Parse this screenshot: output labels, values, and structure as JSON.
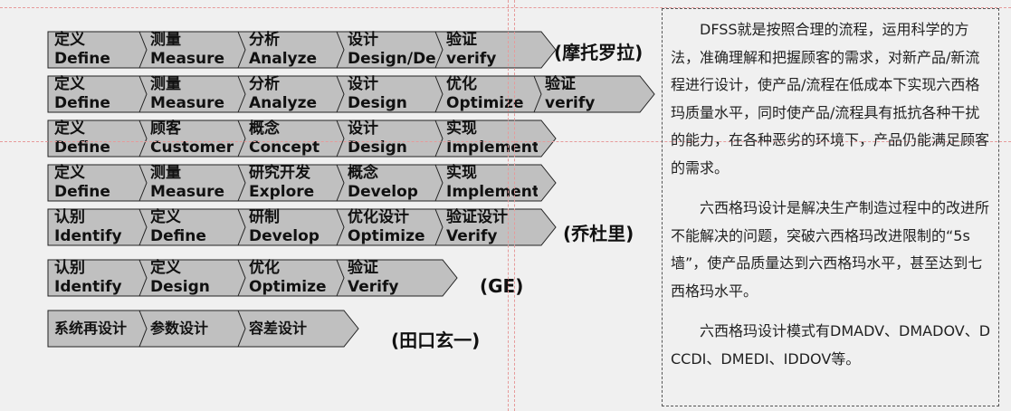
{
  "rows": [
    {
      "segments": [
        {
          "cn": "定义",
          "en": "Define"
        },
        {
          "cn": "测量",
          "en": "Measure"
        },
        {
          "cn": "分析",
          "en": "Analyze"
        },
        {
          "cn": "设计",
          "en": "Design/De"
        },
        {
          "cn": "验证",
          "en": "verify"
        }
      ],
      "org": "(摩托罗拉)"
    },
    {
      "segments": [
        {
          "cn": "定义",
          "en": "Define"
        },
        {
          "cn": "测量",
          "en": "Measure"
        },
        {
          "cn": "分析",
          "en": "Analyze"
        },
        {
          "cn": "设计",
          "en": "Design"
        },
        {
          "cn": "优化",
          "en": "Optimize"
        },
        {
          "cn": "验证",
          "en": "verify"
        }
      ],
      "org": ""
    },
    {
      "segments": [
        {
          "cn": "定义",
          "en": "Define"
        },
        {
          "cn": "顾客",
          "en": "Customer"
        },
        {
          "cn": "概念",
          "en": "Concept"
        },
        {
          "cn": "设计",
          "en": "Design"
        },
        {
          "cn": "实现",
          "en": "Implement"
        }
      ],
      "org": ""
    },
    {
      "segments": [
        {
          "cn": "定义",
          "en": "Define"
        },
        {
          "cn": "测量",
          "en": "Measure"
        },
        {
          "cn": "研究开发",
          "en": "Explore"
        },
        {
          "cn": "概念",
          "en": "Develop"
        },
        {
          "cn": "实现",
          "en": "Implement"
        }
      ],
      "org": ""
    },
    {
      "segments": [
        {
          "cn": "认别",
          "en": "Identify"
        },
        {
          "cn": "定义",
          "en": "Define"
        },
        {
          "cn": "研制",
          "en": "Develop"
        },
        {
          "cn": "优化设计",
          "en": "Optimize"
        },
        {
          "cn": "验证设计",
          "en": "Verify"
        }
      ],
      "org": "(乔杜里)"
    },
    {
      "segments": [
        {
          "cn": "认别",
          "en": "Identify"
        },
        {
          "cn": "定义",
          "en": "Design"
        },
        {
          "cn": "优化",
          "en": "Optimize"
        },
        {
          "cn": "验证",
          "en": "Verify"
        }
      ],
      "org": "(GE)"
    },
    {
      "segments": [
        {
          "cn": "系统再设计",
          "en": ""
        },
        {
          "cn": "参数设计",
          "en": ""
        },
        {
          "cn": "容差设计",
          "en": ""
        }
      ],
      "org": "(田口玄一)"
    }
  ],
  "description": {
    "p1": "DFSS就是按照合理的流程，运用科学的方法，准确理解和把握顾客的需求，对新产品/新流程进行设计，使产品/流程在低成本下实现六西格玛质量水平，同时使产品/流程具有抵抗各种干扰的能力，在各种恶劣的环境下，产品仍能满足顾客的需求。",
    "p2": "六西格玛设计是解决生产制造过程中的改进所不能解决的问题，突破六西格玛改进限制的“5s墙”，使产品质量达到六西格玛水平，甚至达到七西格玛水平。",
    "p3": "六西格玛设计模式有DMADV、DMADOV、DCCDI、DMEDI、IDDOV等。"
  },
  "colors": {
    "chevron_fill": "#c0c0c0",
    "chevron_stroke": "#222222",
    "guide": "#e69a9a"
  }
}
